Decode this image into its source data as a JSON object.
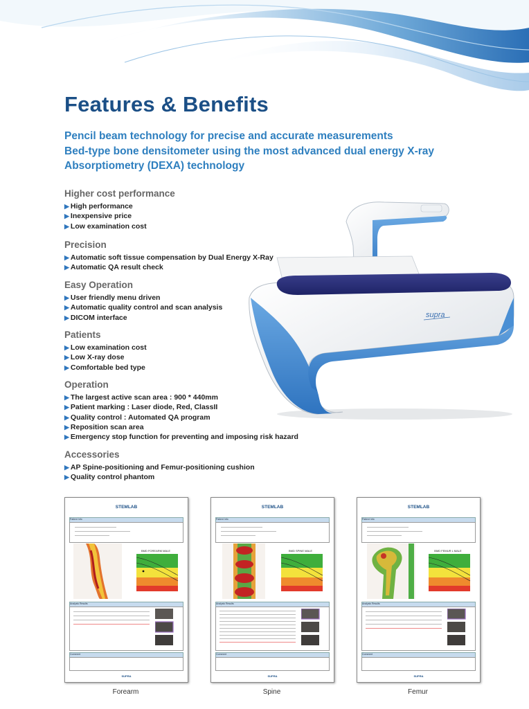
{
  "title": "Features & Benefits",
  "subtitle_lines": [
    "Pencil beam technology for precise and accurate measurements",
    "Bed-type bone densitometer using the most advanced dual energy X-ray",
    "Absorptiometry (DEXA) technology"
  ],
  "sections": [
    {
      "heading": "Higher cost performance",
      "items": [
        "High performance",
        "Inexpensive price",
        "Low examination cost"
      ]
    },
    {
      "heading": "Precision",
      "items": [
        "Automatic soft tissue compensation by Dual Energy X-Ray",
        "Automatic QA result check"
      ]
    },
    {
      "heading": "Easy Operation",
      "items": [
        "User friendly menu driven",
        "Automatic quality control and scan analysis",
        "DICOM interface"
      ]
    },
    {
      "heading": "Patients",
      "items": [
        "Low examination cost",
        "Low X-ray dose",
        "Comfortable bed type"
      ]
    },
    {
      "heading": "Operation",
      "items": [
        "The largest active scan area : 900 * 440mm",
        "Patient marking : Laser diode, Red, ClassII",
        "Quality control : Automated QA program",
        "Reposition scan area",
        "Emergency stop function for preventing and imposing risk hazard"
      ]
    },
    {
      "heading": "Accessories",
      "items": [
        "AP Spine-positioning and Femur-positioning cushion",
        "Quality control phantom"
      ]
    }
  ],
  "machine_logo": "supra",
  "reports": [
    {
      "brand": "STEMLAB",
      "footer": "SUPRA",
      "chart_title": "BMD FOREARM MALE",
      "caption": "Forearm"
    },
    {
      "brand": "STEMLAB",
      "footer": "SUPRA",
      "chart_title": "BMD SPINE MALE",
      "caption": "Spine"
    },
    {
      "brand": "STEMLAB",
      "footer": "SUPRA",
      "chart_title": "BMD FEMUR L MALE",
      "caption": "Femur"
    }
  ],
  "report_labels": {
    "patient_info": "Patient Info",
    "analysis": "Analysis Results",
    "comment": "Comment"
  },
  "colors": {
    "title": "#1b4f86",
    "subtitle": "#2e7fbf",
    "heading": "#666666",
    "bullet": "#2f76bd",
    "machine_blue": "#3e86d0"
  }
}
